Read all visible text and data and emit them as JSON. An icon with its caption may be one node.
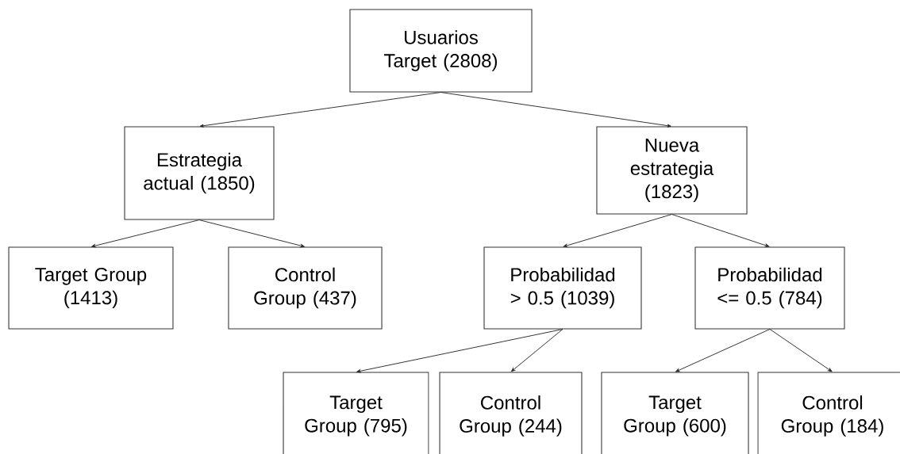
{
  "diagram": {
    "nodes": [
      {
        "text": [
          "Usuarios Target (2808)"
        ]
      },
      {
        "text": [
          "Estrategia actual (1850)"
        ]
      },
      {
        "text": [
          "Nueva estrategia (1823)"
        ]
      },
      {
        "text": [
          "Target Group (1413)"
        ]
      },
      {
        "text": [
          "Control Group (437)"
        ]
      },
      {
        "text": [
          "Probabilidad > 0.5 (1039)"
        ]
      },
      {
        "text": [
          "Probabilidad <= 0.5 (784)"
        ]
      },
      {
        "text": [
          "Target Group (795)"
        ]
      },
      {
        "text": [
          "Control Group (244)"
        ]
      },
      {
        "text": [
          "Target Group (600)"
        ]
      },
      {
        "text": [
          "Control Group (184)"
        ]
      }
    ],
    "edges": [
      {
        "from": 0,
        "to": 1,
        "arrow": "to"
      },
      {
        "from": 0,
        "to": 2,
        "arrow": "to"
      },
      {
        "from": 1,
        "to": 3,
        "arrow": "to"
      },
      {
        "from": 1,
        "to": 4,
        "arrow": "to"
      },
      {
        "from": 2,
        "to": 5,
        "arrow": "to"
      },
      {
        "from": 2,
        "to": 6,
        "arrow": "to"
      },
      {
        "from": 5,
        "to": 7,
        "arrow": "to"
      },
      {
        "from": 5,
        "to": 8,
        "arrow": "to"
      },
      {
        "from": 6,
        "to": 9,
        "arrow": "to"
      },
      {
        "from": 6,
        "to": 10,
        "arrow": "to"
      }
    ]
  }
}
